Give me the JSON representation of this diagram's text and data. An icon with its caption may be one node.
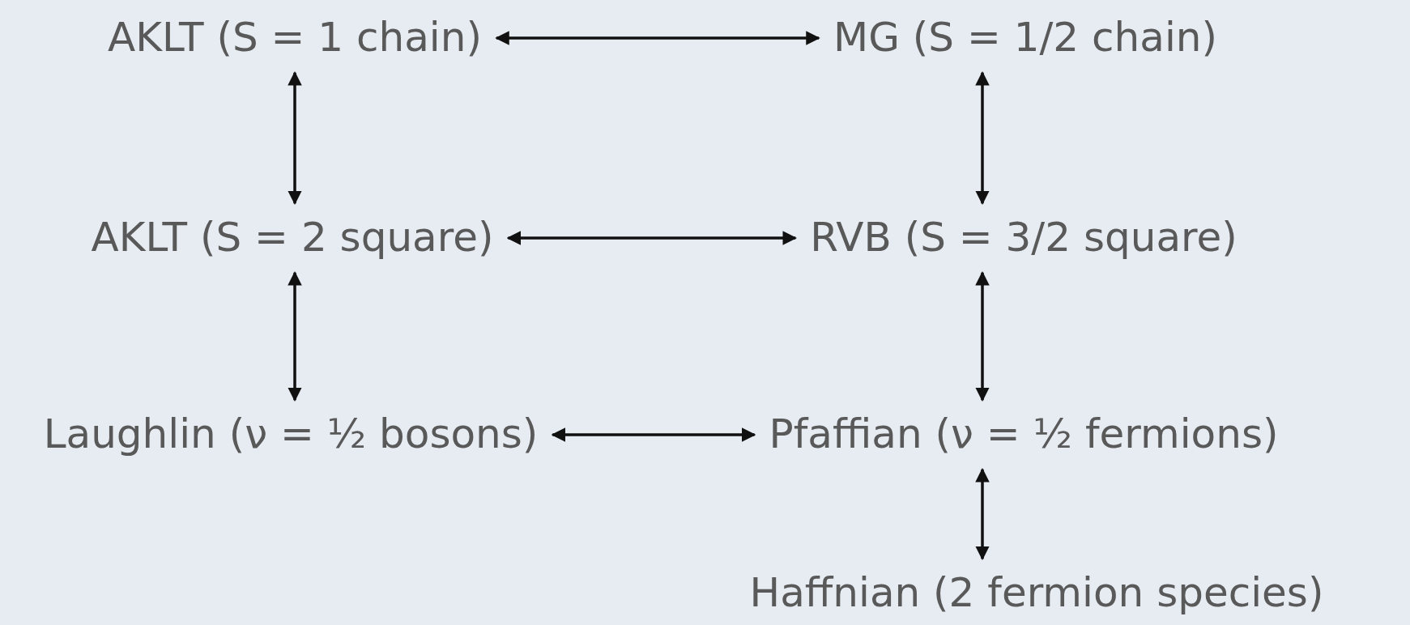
{
  "diagram": {
    "nodes": [
      {
        "text": [
          "AKLT (S = 1 chain)"
        ]
      },
      {
        "text": [
          "MG (S = 1/2 chain)"
        ]
      },
      {
        "text": [
          "AKLT (S = 2 square)"
        ]
      },
      {
        "text": [
          "RVB (S = 3/2 square)"
        ]
      },
      {
        "text": [
          "Laughlin (ν = ½ bosons)"
        ]
      },
      {
        "text": [
          "Pfaffian (ν = ½ fermions)"
        ]
      },
      {
        "text": [
          "Haffnian (2 fermion species)"
        ]
      }
    ],
    "edges": [
      {
        "from": 0,
        "to": 1,
        "arrow": "both"
      },
      {
        "from": 0,
        "to": 2,
        "arrow": "both"
      },
      {
        "from": 1,
        "to": 3,
        "arrow": "both"
      },
      {
        "from": 2,
        "to": 3,
        "arrow": "both"
      },
      {
        "from": 2,
        "to": 4,
        "arrow": "both"
      },
      {
        "from": 3,
        "to": 5,
        "arrow": "both"
      },
      {
        "from": 4,
        "to": 5,
        "arrow": "both"
      },
      {
        "from": 5,
        "to": 6,
        "arrow": "both"
      }
    ]
  }
}
